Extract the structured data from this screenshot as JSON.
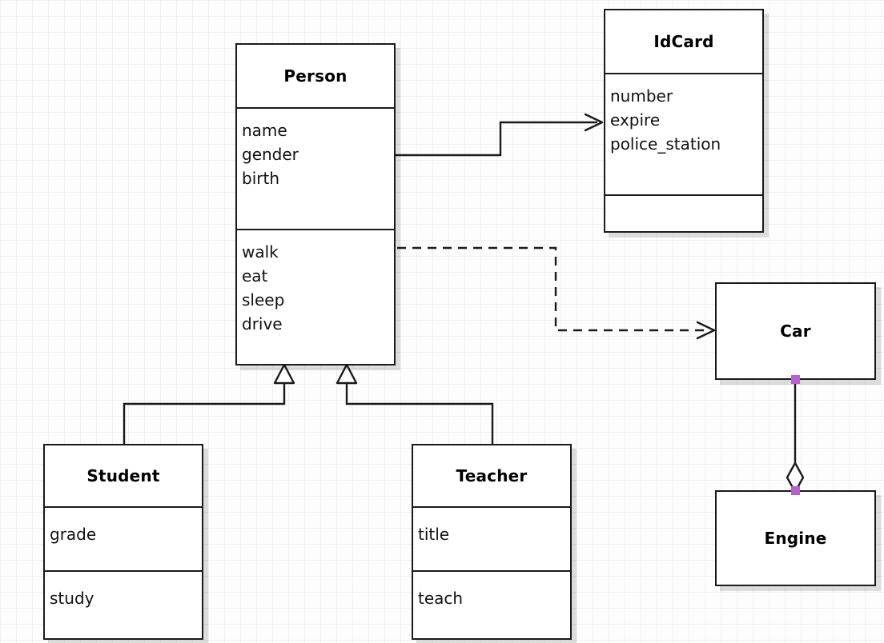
{
  "diagram": {
    "type": "uml-class-diagram",
    "background": "#fdfdfd",
    "grid_color": "#f0f0f0",
    "line_color": "#1a1a1a",
    "handle_color": "#b265c4",
    "classes": [
      {
        "id": "person",
        "name": "Person",
        "attributes": [
          "name",
          "gender",
          "birth"
        ],
        "methods": [
          "walk",
          "eat",
          "sleep",
          "drive"
        ]
      },
      {
        "id": "idcard",
        "name": "IdCard",
        "attributes": [
          "number",
          "expire",
          "police_station"
        ],
        "methods": []
      },
      {
        "id": "student",
        "name": "Student",
        "attributes": [
          "grade"
        ],
        "methods": [
          "study"
        ]
      },
      {
        "id": "teacher",
        "name": "Teacher",
        "attributes": [
          "title"
        ],
        "methods": [
          "teach"
        ]
      },
      {
        "id": "car",
        "name": "Car",
        "attributes": [],
        "methods": []
      },
      {
        "id": "engine",
        "name": "Engine",
        "attributes": [],
        "methods": []
      }
    ],
    "relationships": [
      {
        "id": "person-idcard",
        "kind": "association",
        "style": "solid",
        "arrow": "open",
        "from": "person",
        "to": "idcard"
      },
      {
        "id": "person-car",
        "kind": "dependency",
        "style": "dashed",
        "arrow": "open",
        "from": "person",
        "to": "car"
      },
      {
        "id": "student-person",
        "kind": "generalization",
        "style": "solid",
        "arrow": "hollow-triangle",
        "from": "student",
        "to": "person"
      },
      {
        "id": "teacher-person",
        "kind": "generalization",
        "style": "solid",
        "arrow": "hollow-triangle",
        "from": "teacher",
        "to": "person"
      },
      {
        "id": "car-engine",
        "kind": "aggregation",
        "style": "solid",
        "arrow": "hollow-diamond",
        "from": "car",
        "to": "engine"
      }
    ]
  }
}
